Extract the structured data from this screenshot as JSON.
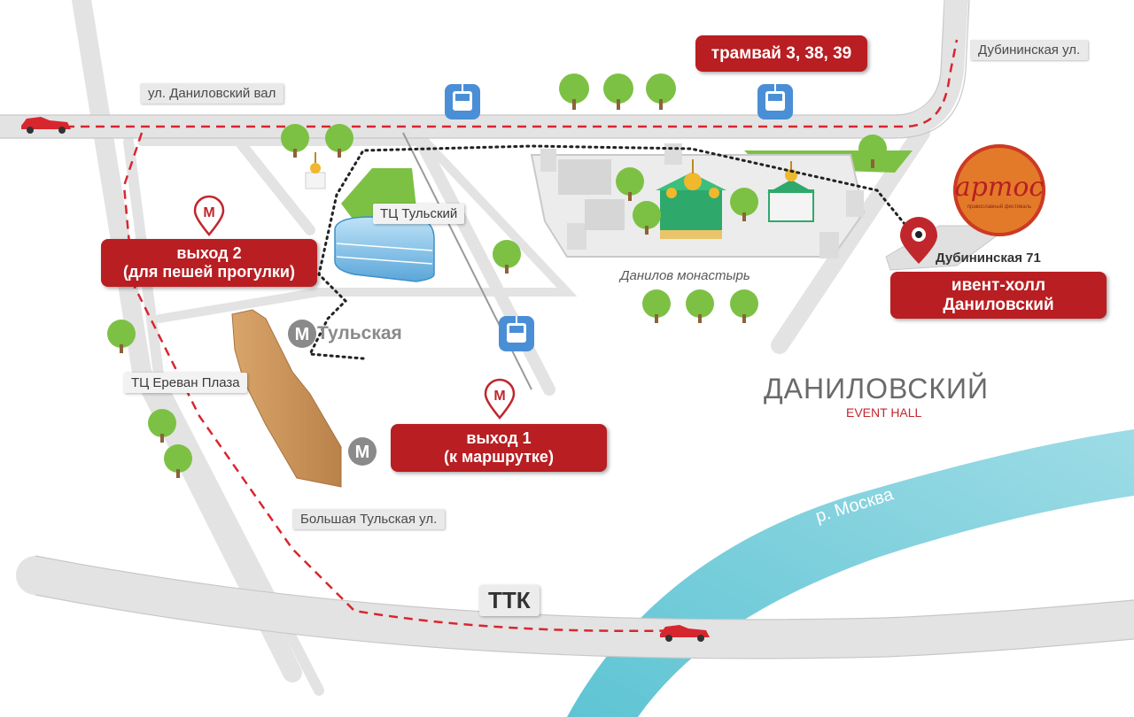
{
  "map": {
    "streets": {
      "danilovsky_val": "ул. Даниловский вал",
      "dubininskaya": "Дубининская ул.",
      "bolshaya_tulskaya": "Большая Тульская ул.",
      "ttk": "ТТК"
    },
    "transport": {
      "tram": "трамвай 3, 38, 39"
    },
    "exits": {
      "exit2_line1": "выход 2",
      "exit2_line2": "(для пешей прогулки)",
      "exit1_line1": "выход 1",
      "exit1_line2": "(к маршрутке)"
    },
    "places": {
      "tc_tulsky": "ТЦ Тульский",
      "tc_erevan": "ТЦ Ереван Плаза",
      "metro": "Тульская",
      "monastery": "Данилов монастырь"
    },
    "venue": {
      "address": "Дубининская 71",
      "name_line1": "ивент-холл",
      "name_line2": "Даниловский",
      "title": "ДАНИЛОВСКИЙ",
      "subtitle": "EVENT HALL"
    },
    "river": "р. Москва",
    "logo": {
      "word": "артос",
      "small_text": "православный фестиваль"
    },
    "colors": {
      "accent_red": "#b81e22",
      "river": "#7fd0dc",
      "road": "#e3e3e3",
      "tree": "#7cc144",
      "route_red": "#d8262e",
      "tram_icon": "#4a8fd6"
    },
    "icons": {
      "tram": "tram-icon",
      "metro": "metro-m-icon",
      "metro_pin": "metro-pin-icon",
      "car": "car-icon",
      "tree": "tree-icon",
      "location_pin": "location-pin-icon"
    }
  }
}
